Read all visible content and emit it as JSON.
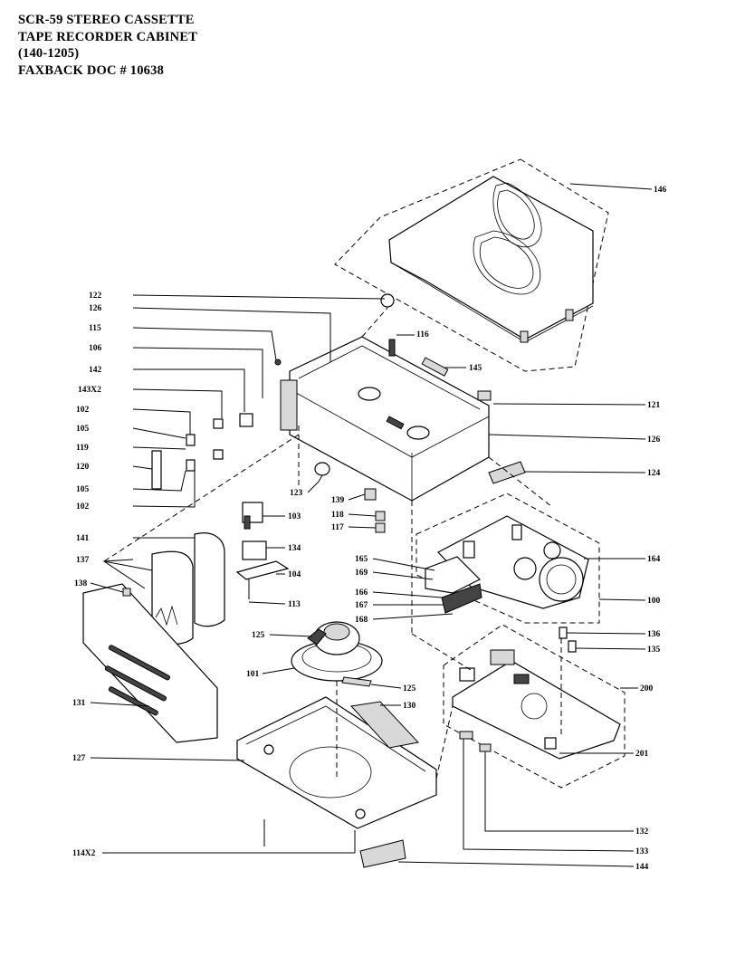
{
  "title": {
    "line1": "SCR-59 STEREO CASSETTE",
    "line2": "TAPE RECORDER CABINET",
    "line3": "(140-1205)",
    "line4": "FAXBACK DOC # 10638"
  },
  "labels": {
    "l146": "146",
    "l122": "122",
    "l126a": "126",
    "l115": "115",
    "l116": "116",
    "l106": "106",
    "l145": "145",
    "l142": "142",
    "l143": "143X2",
    "l121": "121",
    "l102a": "102",
    "l105a": "105",
    "l126b": "126",
    "l119": "119",
    "l120": "120",
    "l124": "124",
    "l105b": "105",
    "l123": "123",
    "l102b": "102",
    "l139": "139",
    "l103": "103",
    "l118": "118",
    "l117": "117",
    "l141": "141",
    "l134": "134",
    "l137": "137",
    "l165": "165",
    "l164": "164",
    "l169": "169",
    "l104": "104",
    "l138": "138",
    "l166": "166",
    "l100": "100",
    "l113": "113",
    "l167": "167",
    "l168": "168",
    "l125a": "125",
    "l136": "136",
    "l135": "135",
    "l101": "101",
    "l125b": "125",
    "l200": "200",
    "l130": "130",
    "l131": "131",
    "l201": "201",
    "l127": "127",
    "l132": "132",
    "l114": "114X2",
    "l133": "133",
    "l144": "144"
  }
}
